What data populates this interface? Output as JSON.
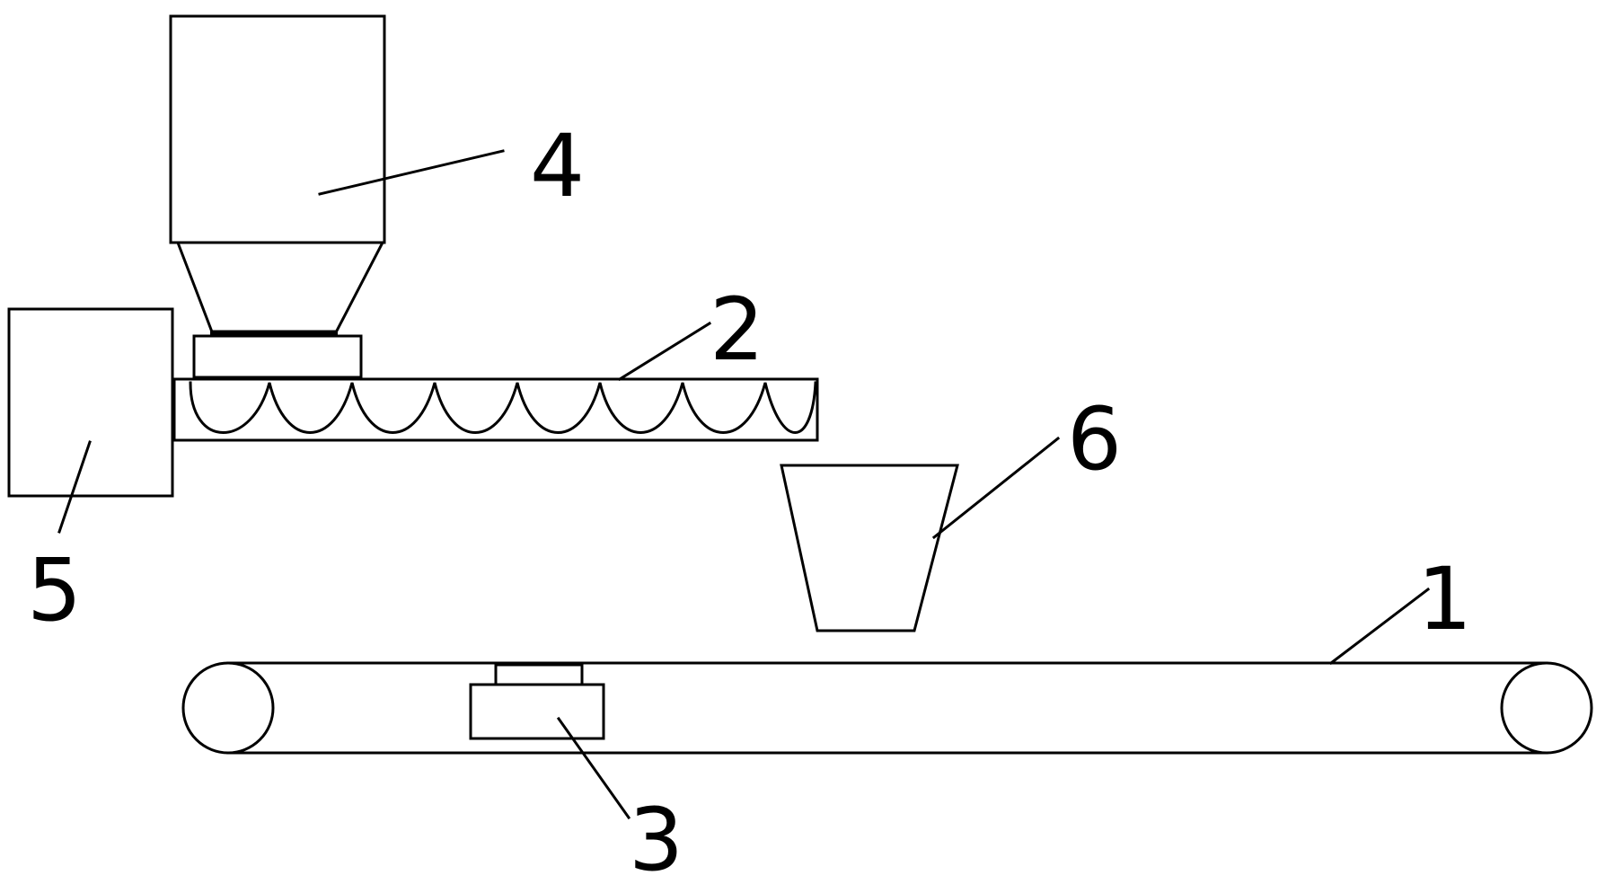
{
  "colors": {
    "line": "#000000",
    "background": "#ffffff"
  },
  "labels": {
    "conveyor_belt": "1",
    "screw_conveyor": "2",
    "weighing_unit": "3",
    "hopper": "4",
    "motor": "5",
    "container": "6"
  }
}
